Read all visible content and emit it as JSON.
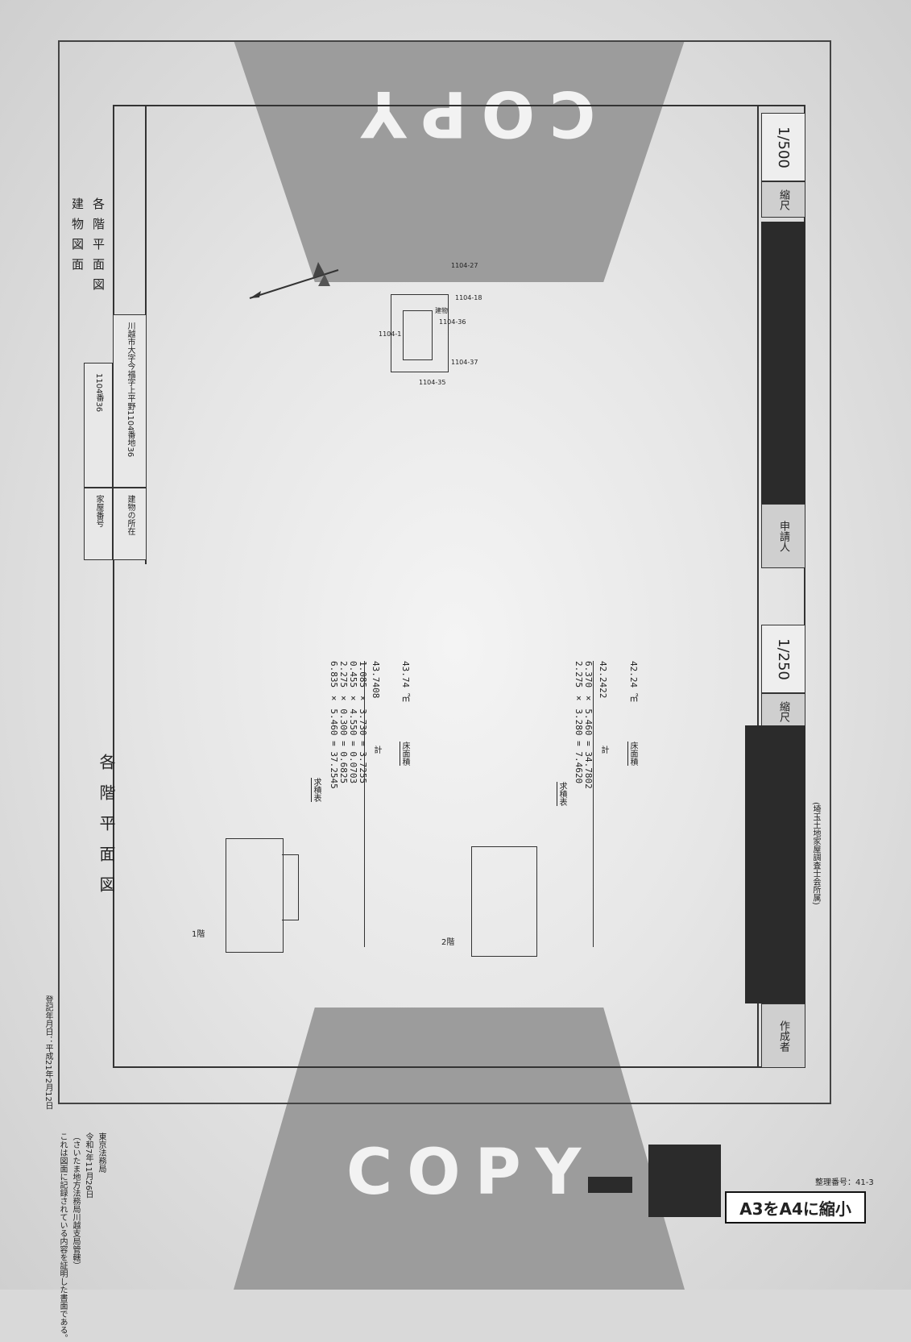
{
  "watermark": {
    "text": "COPY"
  },
  "header": {
    "date_line": "登記年月日：平成21年2月12日",
    "building_lot_label": "家屋番号",
    "building_lot_value": "1104番36",
    "location_label": "建物の所在",
    "location_value": "川越市大字今福字上平野1104番地36",
    "sheet_title_line1": "建物図面",
    "sheet_title_line2": "各階平面図"
  },
  "floor_plans": {
    "title": "各階平面図",
    "floor1": {
      "label": "1階",
      "formula_title": "求積表",
      "rows": [
        "6.835 × 5.460 = 37.2545",
        "2.275 × 0.300 = 0.6825",
        "0.455 × 4.550 = 0.0703",
        "1.085 × 3.730 = 3.7255"
      ],
      "total_label": "計",
      "total_value": "43.7408",
      "area_label": "床面積",
      "area_value": "43.74 ㎡"
    },
    "floor2": {
      "label": "2階",
      "formula_title": "求積表",
      "rows": [
        "2.275 × 3.280 = 7.4620",
        "6.370 × 5.460 = 34.7802"
      ],
      "total_label": "計",
      "total_value": "42.2422",
      "area_label": "床面積",
      "area_value": "42.24 ㎡"
    },
    "scale_label": "縮尺",
    "scale_value": "1/250"
  },
  "site_plan": {
    "lot_labels": [
      "1104-1",
      "1104-27",
      "1104-35",
      "1104-36",
      "1104-37",
      "1104-18"
    ],
    "building_label": "建物",
    "scale_label": "縮尺",
    "scale_value": "1/500"
  },
  "footer": {
    "applicant_label": "申請人",
    "author_label": "作成者",
    "surveyor_note": "(埼玉土地家屋調査士会所属)",
    "certification_line1": "これは図面に記録されている内容を証明した書面である。",
    "certification_line2": "（さいたま地方法務局川越支局管轄）",
    "certification_date": "令和7年11月26日",
    "office": "東京法務局",
    "page_id": "整理番号：41-3",
    "reduce_note": "A3をA4に縮小"
  }
}
